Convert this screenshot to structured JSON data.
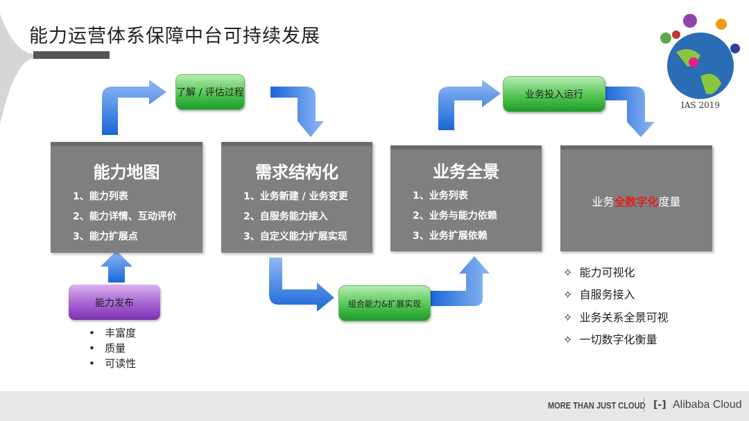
{
  "title": "能力运营体系保障中台可持续发展",
  "logo": {
    "caption": "IAS 2019"
  },
  "boxes": [
    {
      "title": "能力地图",
      "items": [
        "1、能力列表",
        "2、能力详情、互动评价",
        "3、能力扩展点"
      ]
    },
    {
      "title": "需求结构化",
      "items": [
        "1、业务新建 / 业务变更",
        "2、自服务能力接入",
        "3、自定义能力扩展实现"
      ]
    },
    {
      "title": "业务全景",
      "items": [
        "1、业务列表",
        "2、业务与能力依赖",
        "3、业务扩展依赖"
      ]
    },
    {
      "pre": "业务",
      "highlight": "全数字化",
      "post": "度量",
      "highlight_color": "#e02020"
    }
  ],
  "steps": {
    "evaluate": "了解 / 评估过程",
    "compose": "组合能力&扩展实现",
    "run": "业务投入运行",
    "publish": "能力发布"
  },
  "publish_bullets": [
    "丰富度",
    "质量",
    "可读性"
  ],
  "features": [
    "能力可视化",
    "自服务接入",
    "业务关系全景可视",
    "一切数字化衡量"
  ],
  "footer": {
    "slogan": "MORE THAN JUST CLOUD",
    "brand": "Alibaba Cloud"
  }
}
